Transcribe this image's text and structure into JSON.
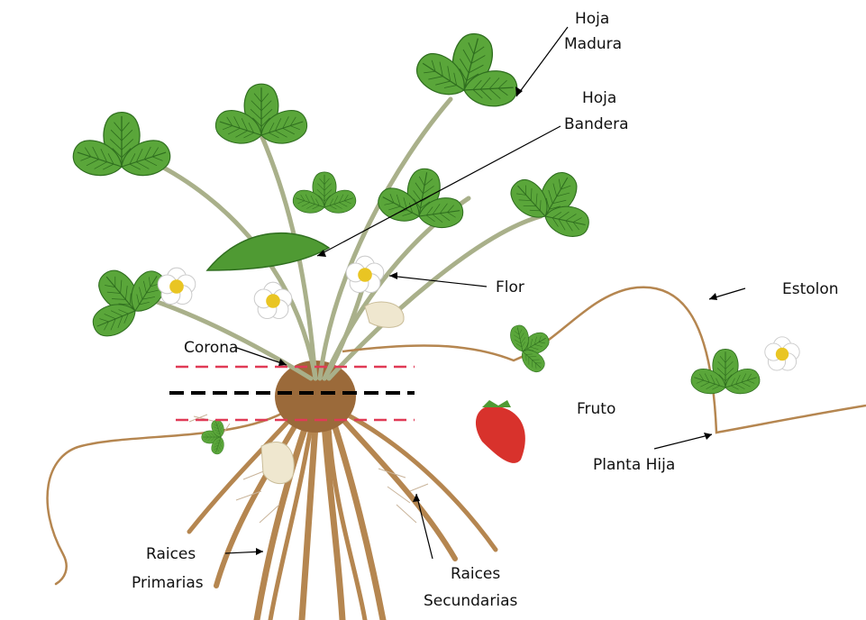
{
  "labels": {
    "hoja_madura": [
      "Hoja",
      "Madura"
    ],
    "hoja_bandera": [
      "Hoja",
      "Bandera"
    ],
    "flor": "Flor",
    "estolon": "Estolon",
    "corona": "Corona",
    "fruto": "Fruto",
    "planta_hija": "Planta Hija",
    "raices_primarias": [
      "Raices",
      "Primarias"
    ],
    "raices_secundarias": [
      "Raices",
      "Secundarias"
    ]
  },
  "colors": {
    "leaf": "#5aa63a",
    "leaf_dark": "#2f6e1f",
    "stem": "#a9b08a",
    "root": "#b58650",
    "root_dark": "#8a5a2e",
    "crown": "#9b6a3a",
    "strawberry_red": "#d8322c",
    "strawberry_white": "#efe7cf",
    "flower_center": "#e9c523",
    "guide_red": "#e03a56",
    "guide_black": "#000000"
  }
}
